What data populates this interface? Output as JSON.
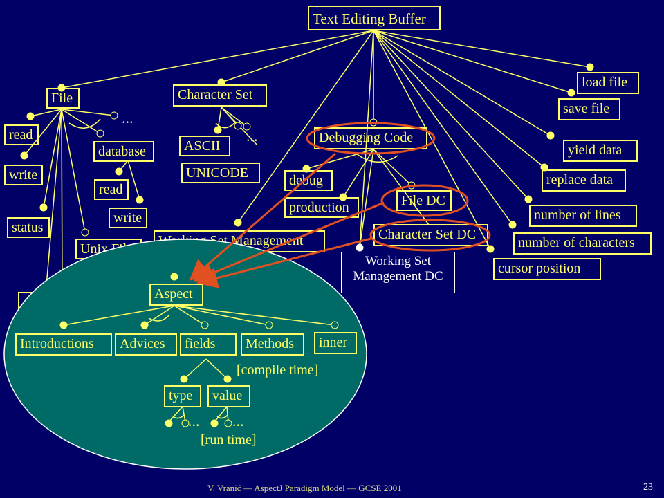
{
  "diagram": {
    "root": "Text Editing Buffer",
    "file": {
      "label": "File",
      "children": [
        "read",
        "write",
        "status",
        "database",
        "Unix File"
      ],
      "database_children": [
        "read",
        "write"
      ]
    },
    "charset": {
      "label": "Character Set",
      "children": [
        "ASCII",
        "UNICODE"
      ]
    },
    "debugging": {
      "label": "Debugging Code",
      "children": [
        "debug",
        "production",
        "File DC",
        "Character Set DC"
      ]
    },
    "wsm": "Working Set Management",
    "wsm_dc": "Working Set Management DC",
    "right_features": [
      "load file",
      "save file",
      "yield data",
      "replace data",
      "number of lines",
      "number of characters",
      "cursor position"
    ],
    "ellipsis": "..."
  },
  "aspect": {
    "label": "Aspect",
    "children": [
      "Introductions",
      "Advices",
      "fields",
      "Methods",
      "inner"
    ],
    "compile_time": "[compile time]",
    "field_children": [
      "type",
      "value"
    ],
    "run_time": "[run time]"
  },
  "footer": "V. Vranić — AspectJ Paradigm Model — GCSE 2001",
  "page_number": "23",
  "colors": {
    "background": "#000066",
    "feature": "#ffff66",
    "highlight": "#e05020",
    "aspect_fill": "#006a66",
    "new_feature": "#ffffff"
  }
}
